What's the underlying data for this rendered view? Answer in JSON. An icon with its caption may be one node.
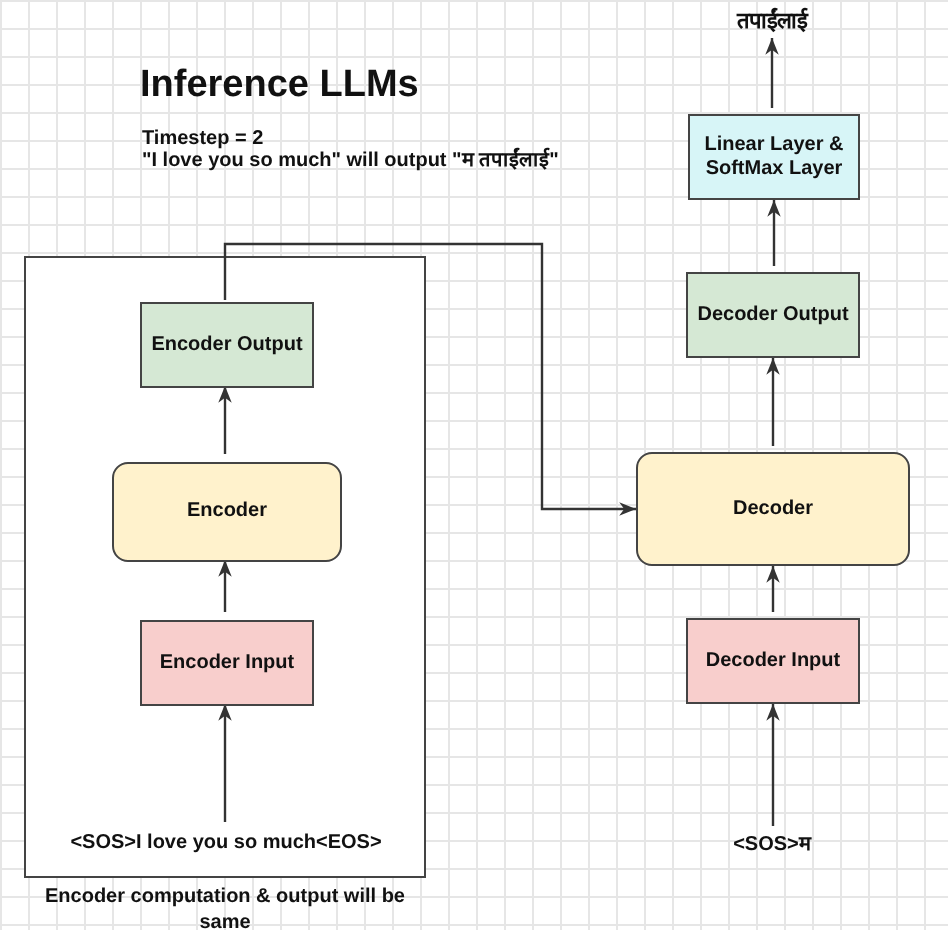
{
  "diagram": {
    "title": "Inference LLMs",
    "nodes": [
      {
        "text": [
          "Encoder computation & output will be same"
        ]
      },
      {
        "text": [
          "Encoder Output"
        ],
        "in": 0
      },
      {
        "text": [
          "Encoder"
        ],
        "in": 0
      },
      {
        "text": [
          "Encoder Input"
        ],
        "in": 0
      },
      {
        "text": [
          "<SOS>I love you so much<EOS>"
        ],
        "in": 0
      },
      {
        "text": [
          "Linear Layer & SoftMax Layer"
        ]
      },
      {
        "text": [
          "Decoder Output"
        ]
      },
      {
        "text": [
          "Decoder"
        ]
      },
      {
        "text": [
          "Decoder Input"
        ]
      },
      {
        "text": [
          "<SOS>म"
        ]
      },
      {
        "text": [
          "तपाईंलाई"
        ]
      }
    ],
    "edges": [
      {
        "from": 4,
        "to": 3,
        "arrow": "to"
      },
      {
        "from": 3,
        "to": 2,
        "arrow": "to"
      },
      {
        "from": 2,
        "to": 1,
        "arrow": "to"
      },
      {
        "from": 1,
        "to": 7,
        "arrow": "to"
      },
      {
        "from": 9,
        "to": 8,
        "arrow": "to"
      },
      {
        "from": 8,
        "to": 7,
        "arrow": "to"
      },
      {
        "from": 7,
        "to": 6,
        "arrow": "to"
      },
      {
        "from": 6,
        "to": 5,
        "arrow": "to"
      },
      {
        "from": 5,
        "to": 10,
        "arrow": "to"
      }
    ],
    "labels": [
      "Timestep = 2",
      "\"I love you so much\" will output \"म तपाईंलाई\""
    ]
  }
}
